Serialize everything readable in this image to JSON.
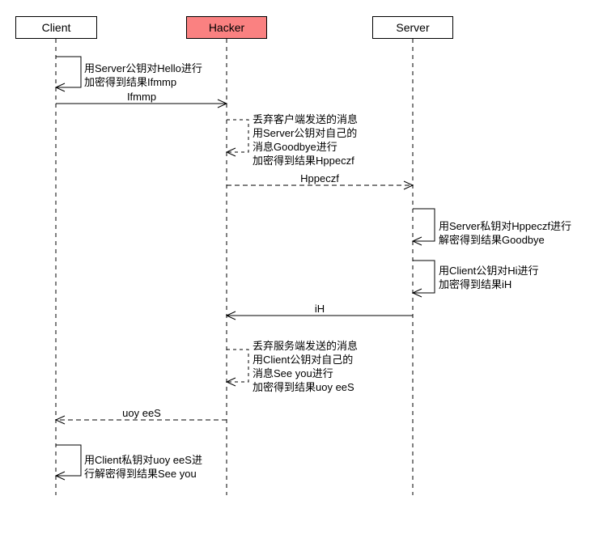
{
  "diagram": {
    "type": "sequence-diagram",
    "actors": [
      {
        "name": "Client",
        "fill": "#ffffff"
      },
      {
        "name": "Hacker",
        "fill": "#fa8181"
      },
      {
        "name": "Server",
        "fill": "#ffffff"
      }
    ],
    "messages": [
      {
        "label": "Ifmmp",
        "from": "Client",
        "to": "Hacker",
        "style": "solid"
      },
      {
        "label": "Hppeczf",
        "from": "Hacker",
        "to": "Server",
        "style": "dashed"
      },
      {
        "label": "iH",
        "from": "Server",
        "to": "Hacker",
        "style": "solid"
      },
      {
        "label": "uoy eeS",
        "from": "Hacker",
        "to": "Client",
        "style": "dashed"
      }
    ],
    "self_messages": [
      {
        "actor": "Client",
        "style": "solid",
        "lines": [
          "用Server公钥对Hello进行",
          "加密得到结果Ifmmp"
        ]
      },
      {
        "actor": "Hacker",
        "style": "dashed",
        "lines": [
          "丢弃客户端发送的消息",
          "用Server公钥对自己的",
          "消息Goodbye进行",
          "加密得到结果Hppeczf"
        ]
      },
      {
        "actor": "Server",
        "style": "solid",
        "lines": [
          "用Server私钥对Hppeczf进行",
          "解密得到结果Goodbye"
        ]
      },
      {
        "actor": "Server",
        "style": "solid",
        "lines": [
          "用Client公钥对Hi进行",
          "加密得到结果iH"
        ]
      },
      {
        "actor": "Hacker",
        "style": "dashed",
        "lines": [
          "丢弃服务端发送的消息",
          "用Client公钥对自己的",
          "消息See you进行",
          "加密得到结果uoy eeS"
        ]
      },
      {
        "actor": "Client",
        "style": "solid",
        "lines": [
          "用Client私钥对uoy eeS进",
          "行解密得到结果See you"
        ]
      }
    ],
    "colors": {
      "hacker_fill": "#fa8181",
      "line": "#000000",
      "background": "#ffffff"
    }
  }
}
